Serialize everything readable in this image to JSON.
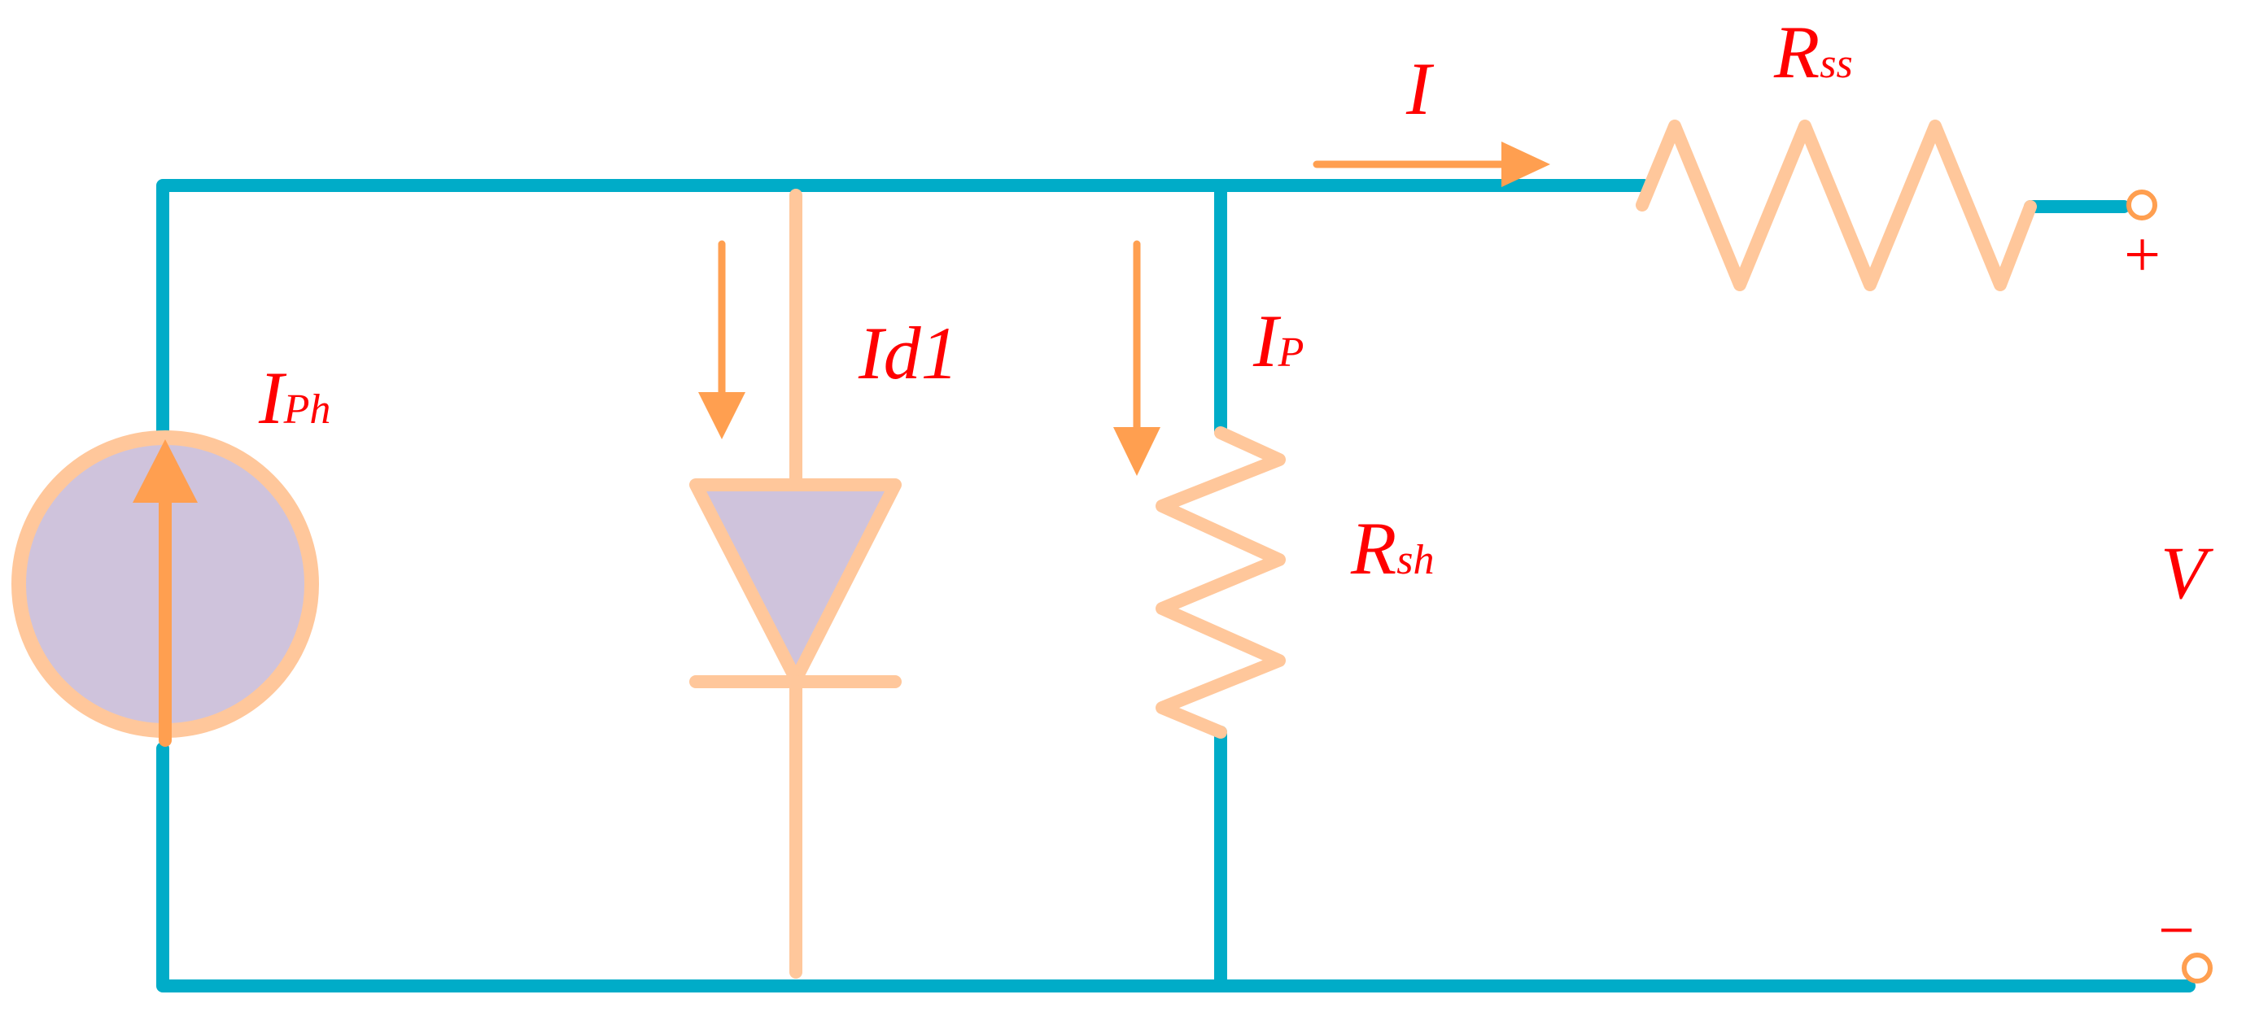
{
  "colors": {
    "wire": "#00acc8",
    "component": "#ffc79b",
    "arrow": "#ff9f50",
    "fill": "#cfc3dc",
    "label": "#ff0000"
  },
  "labels": {
    "current_main": "I",
    "series_resistor": {
      "main": "R",
      "sub": "ss"
    },
    "photo_current": {
      "main": "I",
      "sub": "Ph"
    },
    "diode_current": "Id1",
    "shunt_current": {
      "main": "I",
      "sub": "P"
    },
    "shunt_resistor": {
      "main": "R",
      "sub": "sh"
    },
    "voltage": "V",
    "plus": "+",
    "minus": "−"
  }
}
